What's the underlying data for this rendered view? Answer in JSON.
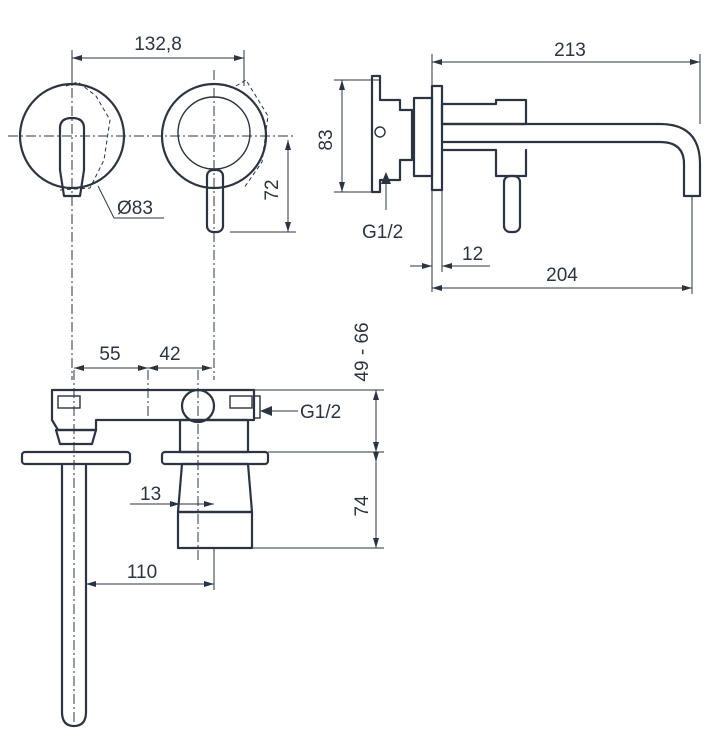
{
  "dimensions": {
    "center_distance": "132,8",
    "overall_length": "213",
    "rosette_diameter": "Ø83",
    "lever_height": "72",
    "body_height": "83",
    "inlet_thread_side": "G1/2",
    "wall_plate_offset": "12",
    "spout_reach": "204",
    "spout_offset": "55",
    "valve_offset": "42",
    "installation_depth": "49 - 66",
    "inlet_thread_top": "G1/2",
    "body_depth": "74",
    "sleeve_offset": "13",
    "spout_to_valve": "110"
  },
  "colors": {
    "line": "#2b3440",
    "background": "#ffffff"
  }
}
